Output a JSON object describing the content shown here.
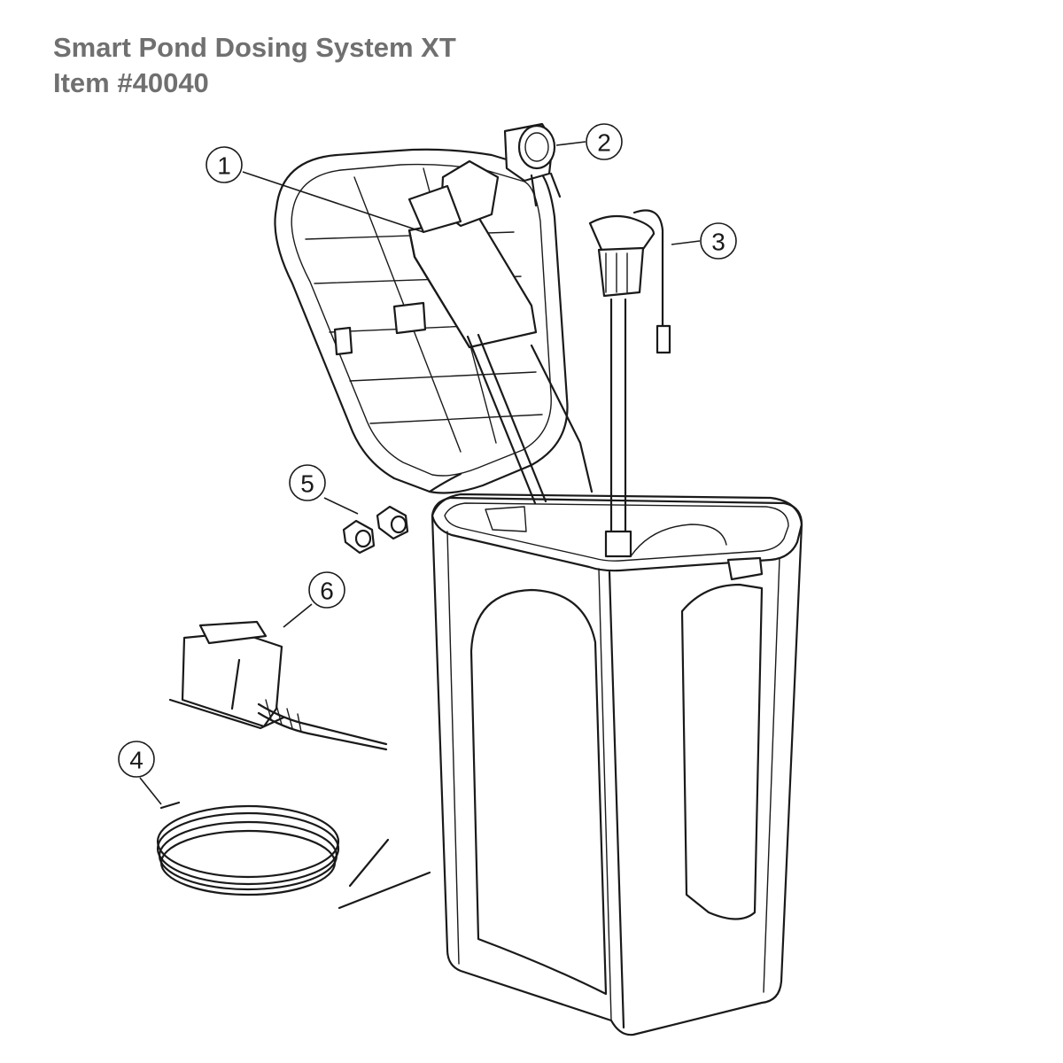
{
  "header": {
    "title": "Smart Pond Dosing System XT",
    "item_number": "Item #40040"
  },
  "callouts": {
    "part_1": "1",
    "part_2": "2",
    "part_3": "3",
    "part_4": "4",
    "part_5": "5",
    "part_6": "6"
  }
}
